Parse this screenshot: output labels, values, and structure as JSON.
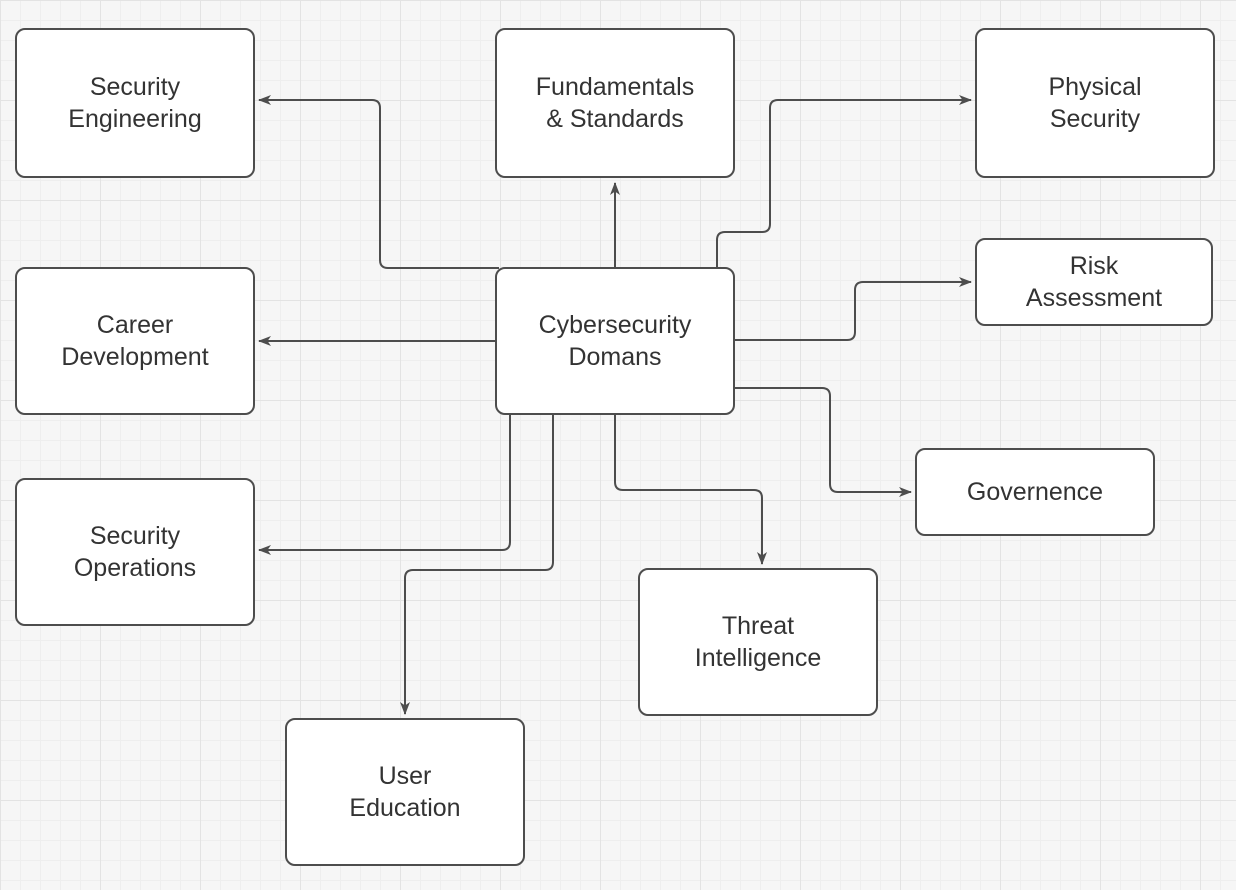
{
  "diagram": {
    "type": "mind-map",
    "background_color": "#f6f6f6",
    "grid_minor_color": "#eeeeee",
    "grid_major_color": "#e3e3e3",
    "node_fill_color": "#ffffff",
    "node_stroke_color": "#4d4d4d",
    "edge_stroke_color": "#4d4d4d",
    "text_color": "#333333",
    "nodes": [
      {
        "id": "security-engineering",
        "label": "Security\nEngineering"
      },
      {
        "id": "fundamentals-standards",
        "label": "Fundamentals\n& Standards"
      },
      {
        "id": "physical-security",
        "label": "Physical\nSecurity"
      },
      {
        "id": "career-development",
        "label": "Career\nDevelopment"
      },
      {
        "id": "cybersecurity-domains",
        "label": "Cybersecurity\nDomans"
      },
      {
        "id": "risk-assessment",
        "label": "Risk\nAssessment"
      },
      {
        "id": "security-operations",
        "label": "Security\nOperations"
      },
      {
        "id": "governence",
        "label": "Governence"
      },
      {
        "id": "threat-intelligence",
        "label": "Threat\nIntelligence"
      },
      {
        "id": "user-education",
        "label": "User\nEducation"
      }
    ],
    "edges": [
      {
        "from": "cybersecurity-domains",
        "to": "fundamentals-standards"
      },
      {
        "from": "cybersecurity-domains",
        "to": "security-engineering"
      },
      {
        "from": "cybersecurity-domains",
        "to": "physical-security"
      },
      {
        "from": "cybersecurity-domains",
        "to": "career-development"
      },
      {
        "from": "cybersecurity-domains",
        "to": "risk-assessment"
      },
      {
        "from": "cybersecurity-domains",
        "to": "governence"
      },
      {
        "from": "cybersecurity-domains",
        "to": "security-operations"
      },
      {
        "from": "cybersecurity-domains",
        "to": "threat-intelligence"
      },
      {
        "from": "cybersecurity-domains",
        "to": "user-education"
      }
    ]
  }
}
